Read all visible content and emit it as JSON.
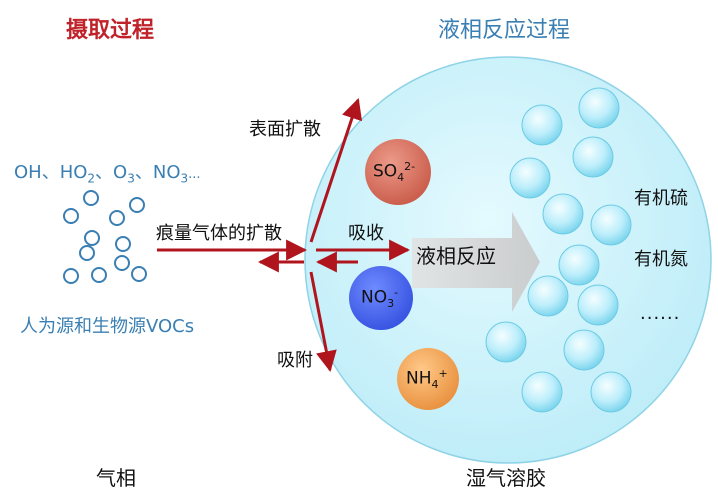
{
  "headers": {
    "uptake": "摄取过程",
    "liquid_phase": "液相反应过程"
  },
  "gas_side": {
    "oxidants_prefix": "OH、HO",
    "oxidants_mid1": "、O",
    "oxidants_mid2": "、NO",
    "oxidants_suffix": "...",
    "sub2": "2",
    "sub3": "3",
    "sub3b": "3",
    "vocs_source": "人为源和生物源VOCs",
    "trace_gas_diffusion": "痕量气体的扩散"
  },
  "arrows": {
    "surface_diffusion": "表面扩散",
    "absorption": "吸收",
    "adsorption": "吸附"
  },
  "aerosol": {
    "liquid_reaction": "液相反应",
    "organic_sulfur": "有机硫",
    "organic_nitrogen": "有机氮",
    "ellipsis": "......",
    "ions": {
      "so4_base": "SO",
      "so4_sub": "4",
      "so4_sup": "2-",
      "no3_base": "NO",
      "no3_sub": "3",
      "no3_sup": "-",
      "nh4_base": "NH",
      "nh4_sub": "4",
      "nh4_sup": "+"
    }
  },
  "footers": {
    "gas_phase": "气相",
    "wet_aerosol": "湿气溶胶"
  },
  "colors": {
    "arrow_red": "#b0151d",
    "header_red": "#c0222a",
    "text_blue": "#3a7fb3",
    "sphere_fill": "#c9f1fb",
    "sulfate": "#d9715f",
    "nitrate": "#4b6cf0",
    "ammonium": "#f0a55c"
  }
}
